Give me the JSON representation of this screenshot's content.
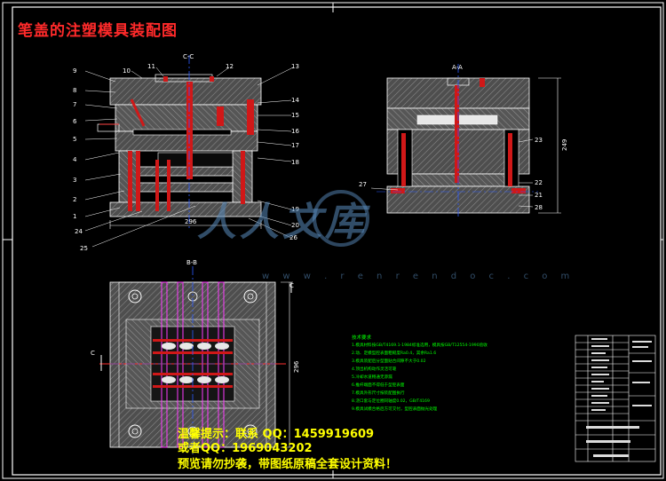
{
  "title": "笔盖的注塑模具装配图",
  "section_labels": {
    "front": "C-C",
    "side": "A-A",
    "plan": "B-B"
  },
  "part_numbers_left": [
    "9",
    "8",
    "7",
    "6",
    "5",
    "4",
    "3",
    "2",
    "1",
    "24",
    "25"
  ],
  "part_numbers_top": [
    "10",
    "11",
    "12",
    "13"
  ],
  "part_numbers_right": [
    "14",
    "15",
    "16",
    "17",
    "18",
    "19",
    "20",
    "26"
  ],
  "side_callouts_right": [
    "23",
    "22",
    "21",
    "28"
  ],
  "side_callout_left": "27",
  "dimensions": {
    "front_width": "296",
    "side_height": "249",
    "plan_height": "296"
  },
  "view_marks": {
    "left_c": "C",
    "right_c": "C"
  },
  "notes": [
    "技术要求",
    "1.模具材料按GB/T4169.1-1984标准选用，模具按GB/T12554-1990验收",
    "2.动、定模型腔表面粗糙度Ra0.4，其余Ra1.6",
    "3.模具装配后分型面贴合间隙不大于0.02",
    "4.顶出机构动作灵活可靠",
    "5.冷却水道畅通无渗漏",
    "6.推杆端面不得低于型腔表面",
    "7.模具外形尺寸按装配图执行",
    "8.浇口套与定位圈同轴度0.02，GB/T4169",
    "9.模具试模合格后方可交付，型腔表面抛光处理"
  ],
  "notice": {
    "line1": "温馨提示：联系 QQ：1459919609",
    "line2": "或者QQ：1969043202",
    "line3": "预览请勿抄袭，带图纸原稿全套设计资料！"
  },
  "watermark": {
    "main": "人人文库",
    "url": "w w w . r e n r e n d o c . c o m"
  },
  "colors": {
    "outline": "#ffffff",
    "section": "#ff2a2a",
    "center": "#2b5bff",
    "mold": "#5a5a5a",
    "hatch": "#9a9a9a",
    "notes": "#00ff00",
    "dim": "#00ffff"
  }
}
